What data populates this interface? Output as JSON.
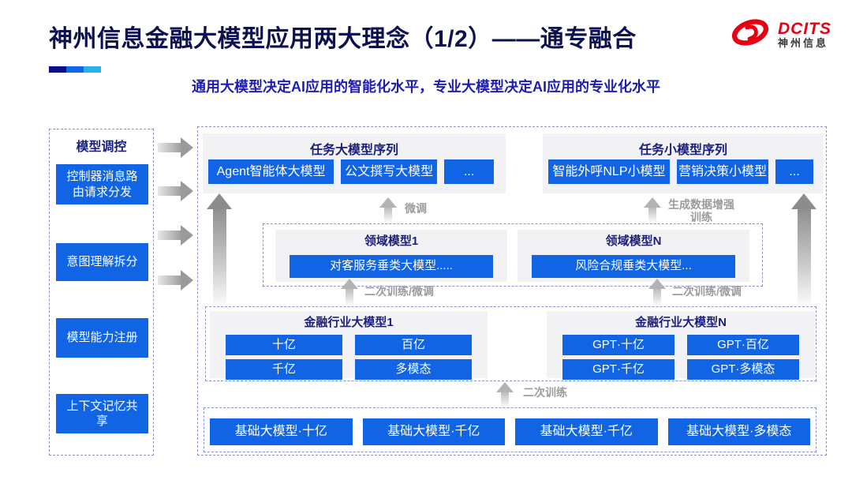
{
  "header": {
    "title": "神州信息金融大模型应用两大理念（1/2）——通专融合",
    "subtitle": "通用大模型决定AI应用的智能化水平，专业大模型决定AI应用的专业化水平",
    "logo": {
      "brand": "DCITS",
      "company": "神州信息"
    }
  },
  "colors": {
    "button_blue": "#1164e3",
    "title_navy": "#0d1150",
    "subtitle_blue": "#1d1db4",
    "header_navy": "#1a1f7e",
    "brand_red": "#e60012",
    "arrow_gray": "#9b9b9b",
    "accent_segments": [
      "#0a0a8a",
      "#1266e8",
      "#2ab0e8"
    ]
  },
  "sidebar": {
    "title": "模型调控",
    "items": [
      "控制器消息路由请求分发",
      "意图理解拆分",
      "模型能力注册",
      "上下文记忆共享"
    ]
  },
  "main": {
    "task_large": {
      "title": "任务大模型序列",
      "items": [
        "Agent智能体大模型",
        "公文撰写大模型",
        "..."
      ]
    },
    "task_small": {
      "title": "任务小模型序列",
      "items": [
        "智能外呼NLP小模型",
        "营销决策小模型",
        "..."
      ]
    },
    "domain": {
      "panels": [
        {
          "title": "领域模型1",
          "model": "对客服务垂类大模型....."
        },
        {
          "title": "领域模型N",
          "model": "风险合规垂类大模型..."
        }
      ]
    },
    "industry": {
      "panels": [
        {
          "title": "金融行业大模型1",
          "models": [
            "十亿",
            "百亿",
            "千亿",
            "多模态"
          ]
        },
        {
          "title": "金融行业大模型N",
          "models": [
            "GPT·十亿",
            "GPT·百亿",
            "GPT·千亿",
            "GPT·多模态"
          ]
        }
      ]
    },
    "base": {
      "items": [
        "基础大模型·十亿",
        "基础大模型·千亿",
        "基础大模型·千亿",
        "基础大模型·多模态"
      ]
    },
    "arrows": {
      "fine_tune": "微调",
      "gen_data": "生成数据增强训练",
      "retrain_left": "二次训练/微调",
      "retrain_right": "二次训练/微调",
      "retrain_bottom": "二次训练"
    }
  }
}
